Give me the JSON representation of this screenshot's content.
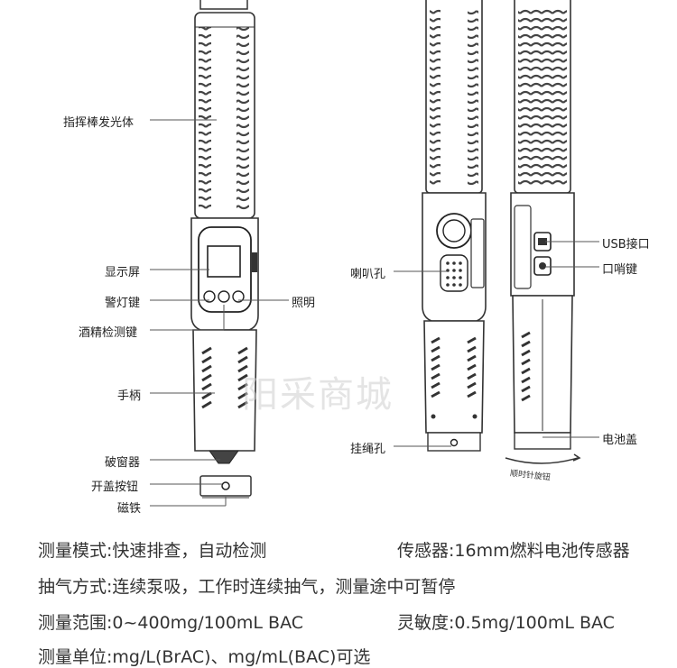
{
  "callouts_left": {
    "glow_body": "指挥棒发光体",
    "display": "显示屏",
    "warning_light_key": "警灯键",
    "alcohol_test_key": "酒精检测键",
    "handle": "手柄",
    "window_breaker": "破窗器",
    "cap_open_button": "开盖按钮",
    "magnet": "磁铁"
  },
  "callout_lighting": "照明",
  "callouts_middle": {
    "speaker_hole": "喇叭孔",
    "lanyard_hole": "挂绳孔"
  },
  "callouts_right": {
    "usb_port": "USB接口",
    "whistle_key": "口哨键",
    "battery_cover": "电池盖"
  },
  "rotation_note": "顺时针旋钮",
  "watermark": "阳采商城",
  "specs": {
    "mode": "测量模式:快速排查，自动检测",
    "sensor": "传感器:16mm燃料电池传感器",
    "pumping": "抽气方式:连续泵吸，工作时连续抽气，测量途中可暂停",
    "range": "测量范围:0~400mg/100mL BAC",
    "sensitivity": "灵敏度:0.5mg/100mL BAC",
    "units": "测量单位:mg/L(BrAC)、mg/mL(BAC)可选"
  }
}
